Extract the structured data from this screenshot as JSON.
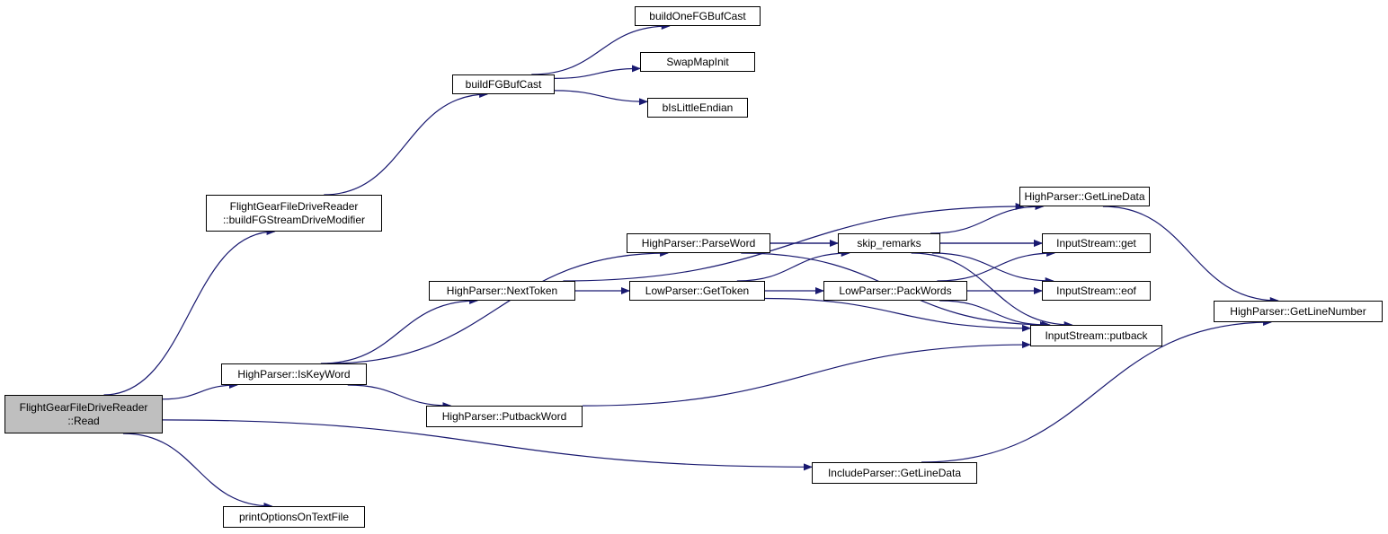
{
  "diagram": {
    "colors": {
      "edge": "#191970",
      "root_fill": "#bfbfbf",
      "node_fill": "#ffffff",
      "border": "#000000"
    },
    "nodes": {
      "read": {
        "lines": [
          "FlightGearFileDriveReader",
          "::Read"
        ],
        "root": true
      },
      "buildStream": {
        "lines": [
          "FlightGearFileDriveReader",
          "::buildFGStreamDriveModifier"
        ]
      },
      "buildCast": {
        "lines": [
          "buildFGBufCast"
        ]
      },
      "buildOne": {
        "lines": [
          "buildOneFGBufCast"
        ]
      },
      "swap": {
        "lines": [
          "SwapMapInit"
        ]
      },
      "little": {
        "lines": [
          "bIsLittleEndian"
        ]
      },
      "isKeyWord": {
        "lines": [
          "HighParser::IsKeyWord"
        ]
      },
      "nextToken": {
        "lines": [
          "HighParser::NextToken"
        ]
      },
      "putbackWord": {
        "lines": [
          "HighParser::PutbackWord"
        ]
      },
      "parseWord": {
        "lines": [
          "HighParser::ParseWord"
        ]
      },
      "getToken": {
        "lines": [
          "LowParser::GetToken"
        ]
      },
      "skip": {
        "lines": [
          "skip_remarks"
        ]
      },
      "packWords": {
        "lines": [
          "LowParser::PackWords"
        ]
      },
      "hpGetLineData": {
        "lines": [
          "HighParser::GetLineData"
        ]
      },
      "isGet": {
        "lines": [
          "InputStream::get"
        ]
      },
      "isEof": {
        "lines": [
          "InputStream::eof"
        ]
      },
      "isPutback": {
        "lines": [
          "InputStream::putback"
        ]
      },
      "getLineNumber": {
        "lines": [
          "HighParser::GetLineNumber"
        ]
      },
      "incGetLineData": {
        "lines": [
          "IncludeParser::GetLineData"
        ]
      },
      "printOpts": {
        "lines": [
          "printOptionsOnTextFile"
        ]
      }
    },
    "edges": [
      [
        "read",
        "buildStream"
      ],
      [
        "read",
        "isKeyWord"
      ],
      [
        "read",
        "incGetLineData"
      ],
      [
        "read",
        "printOpts"
      ],
      [
        "buildStream",
        "buildCast"
      ],
      [
        "buildCast",
        "buildOne"
      ],
      [
        "buildCast",
        "swap"
      ],
      [
        "buildCast",
        "little"
      ],
      [
        "isKeyWord",
        "nextToken"
      ],
      [
        "isKeyWord",
        "parseWord"
      ],
      [
        "isKeyWord",
        "putbackWord"
      ],
      [
        "nextToken",
        "hpGetLineData"
      ],
      [
        "nextToken",
        "getToken"
      ],
      [
        "parseWord",
        "skip"
      ],
      [
        "parseWord",
        "isGet"
      ],
      [
        "parseWord",
        "isPutback"
      ],
      [
        "getToken",
        "skip"
      ],
      [
        "getToken",
        "packWords"
      ],
      [
        "getToken",
        "isPutback"
      ],
      [
        "skip",
        "hpGetLineData"
      ],
      [
        "skip",
        "isGet"
      ],
      [
        "skip",
        "isEof"
      ],
      [
        "skip",
        "isPutback"
      ],
      [
        "packWords",
        "isGet"
      ],
      [
        "packWords",
        "isEof"
      ],
      [
        "packWords",
        "isPutback"
      ],
      [
        "putbackWord",
        "isPutback"
      ],
      [
        "hpGetLineData",
        "getLineNumber"
      ],
      [
        "incGetLineData",
        "getLineNumber"
      ]
    ]
  }
}
